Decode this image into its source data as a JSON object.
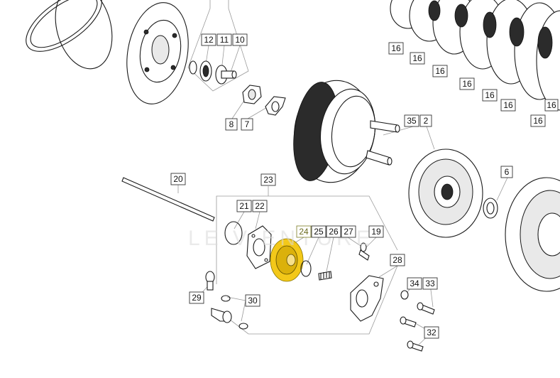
{
  "watermark": "LE V ENTURE",
  "highlight_color": "#f2c200",
  "highlighted_part": "24",
  "callouts": [
    {
      "id": "c12",
      "label": "12"
    },
    {
      "id": "c11",
      "label": "11"
    },
    {
      "id": "c10",
      "label": "10"
    },
    {
      "id": "c8",
      "label": "8"
    },
    {
      "id": "c7",
      "label": "7"
    },
    {
      "id": "c16a",
      "label": "16"
    },
    {
      "id": "c16b",
      "label": "16"
    },
    {
      "id": "c16c",
      "label": "16"
    },
    {
      "id": "c16d",
      "label": "16"
    },
    {
      "id": "c16e",
      "label": "16"
    },
    {
      "id": "c16f",
      "label": "16"
    },
    {
      "id": "c16g",
      "label": "16"
    },
    {
      "id": "c16h",
      "label": "16"
    },
    {
      "id": "c35",
      "label": "35"
    },
    {
      "id": "c2",
      "label": "2"
    },
    {
      "id": "c6",
      "label": "6"
    },
    {
      "id": "c20",
      "label": "20"
    },
    {
      "id": "c23",
      "label": "23"
    },
    {
      "id": "c21",
      "label": "21"
    },
    {
      "id": "c22",
      "label": "22"
    },
    {
      "id": "c24",
      "label": "24"
    },
    {
      "id": "c25",
      "label": "25"
    },
    {
      "id": "c26",
      "label": "26"
    },
    {
      "id": "c27",
      "label": "27"
    },
    {
      "id": "c19",
      "label": "19"
    },
    {
      "id": "c28",
      "label": "28"
    },
    {
      "id": "c29",
      "label": "29"
    },
    {
      "id": "c30",
      "label": "30"
    },
    {
      "id": "c34",
      "label": "34"
    },
    {
      "id": "c33",
      "label": "33"
    },
    {
      "id": "c32",
      "label": "32"
    }
  ]
}
